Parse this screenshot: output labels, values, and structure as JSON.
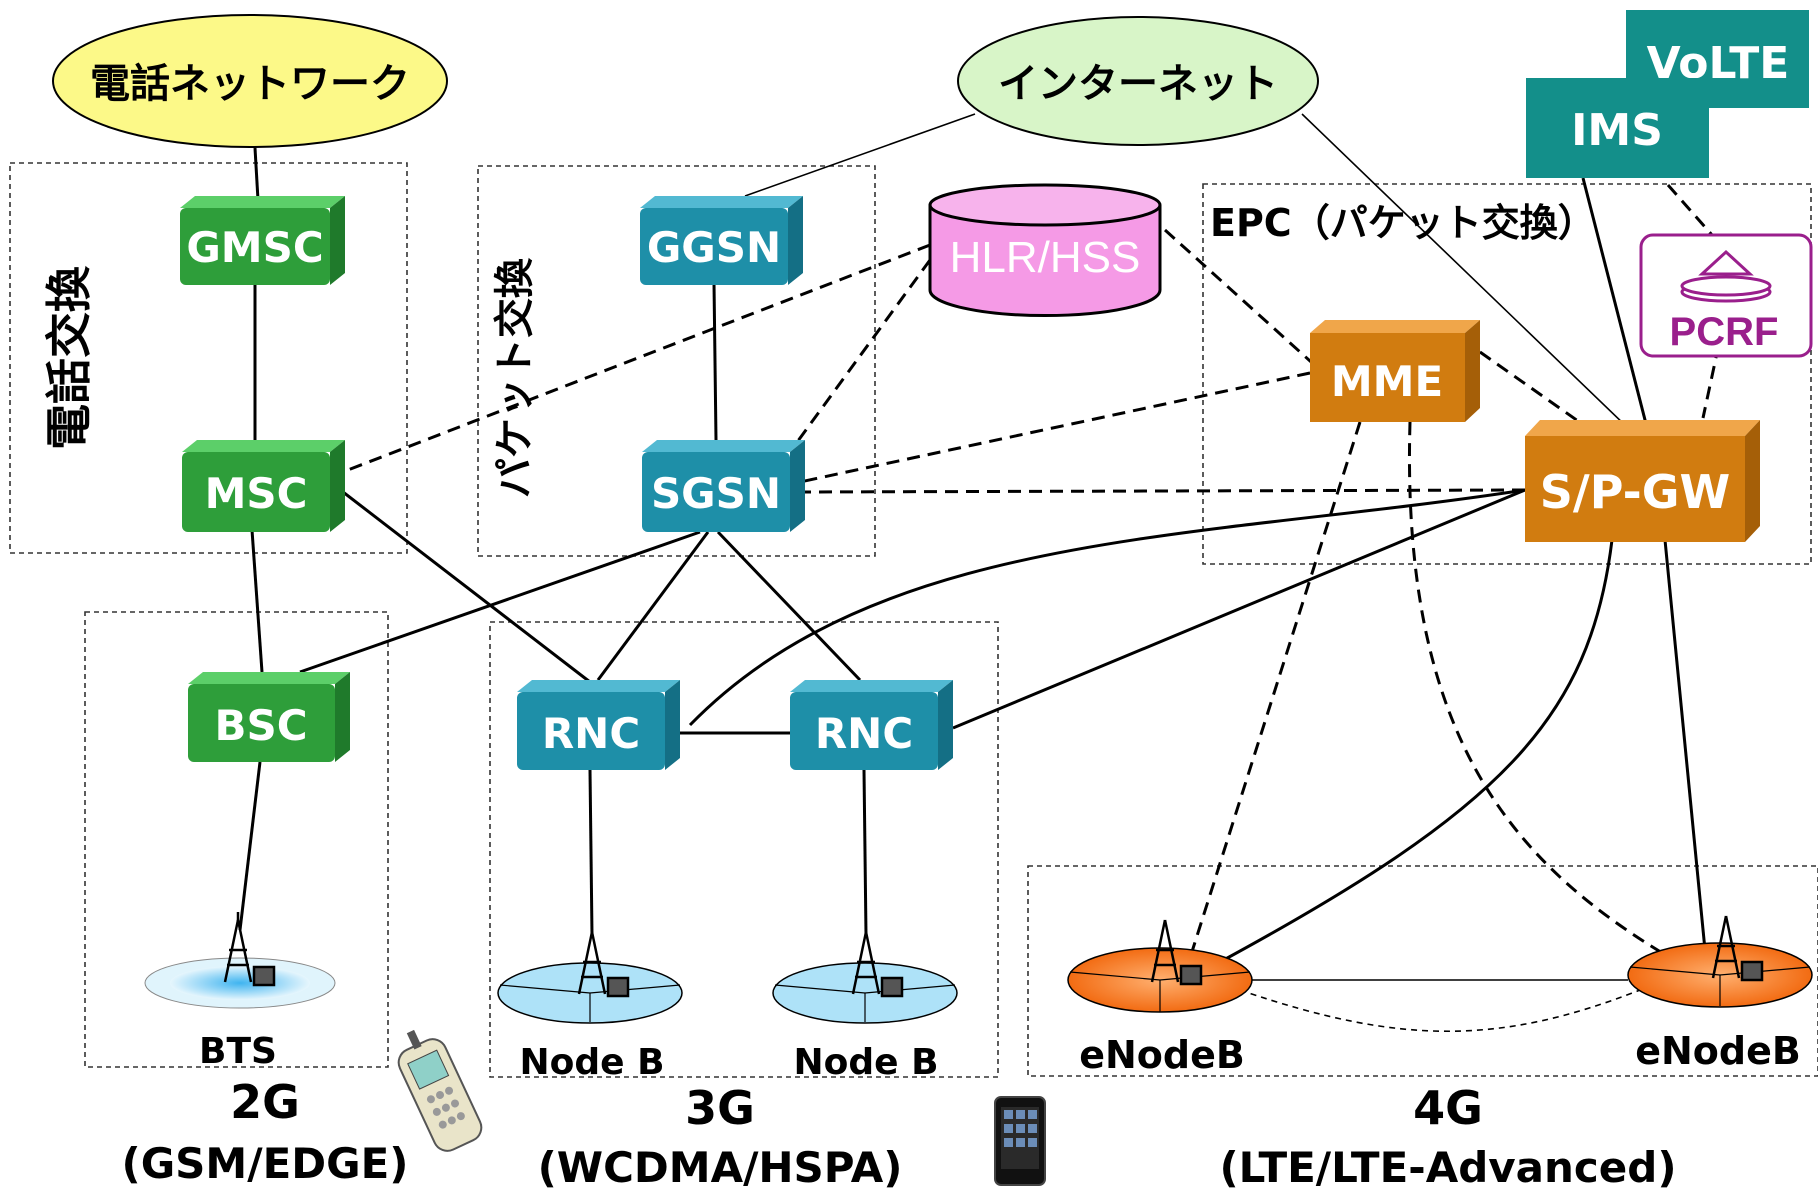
{
  "clouds": {
    "phone_network": "電話ネットワーク",
    "internet": "インターネット"
  },
  "regions": {
    "circuit_switch": "電話交換",
    "packet_switch": "パケット交換",
    "epc": "EPC（パケット交換）"
  },
  "nodes": {
    "gmsc": "GMSC",
    "msc": "MSC",
    "bsc": "BSC",
    "ggsn": "GGSN",
    "sgsn": "SGSN",
    "rnc_1": "RNC",
    "rnc_2": "RNC",
    "hlr_hss": "HLR/HSS",
    "mme": "MME",
    "spgw": "S/P-GW",
    "pcrf": "PCRF",
    "ims": "IMS",
    "volte": "VoLTE"
  },
  "stations": {
    "bts": "BTS",
    "nodeb_1": "Node B",
    "nodeb_2": "Node B",
    "enodeb_1": "eNodeB",
    "enodeb_2": "eNodeB"
  },
  "generations": {
    "g2": {
      "name": "2G",
      "tech": "(GSM/EDGE)"
    },
    "g3": {
      "name": "3G",
      "tech": "(WCDMA/HSPA)"
    },
    "g4": {
      "name": "4G",
      "tech": "(LTE/LTE-Advanced)"
    }
  },
  "colors": {
    "circuit_node": "#2e9e3a",
    "packet_node": "#1e8fa8",
    "epc_node": "#d17c10",
    "ims_teal": "#138f8a",
    "hlr_fill": "#f59ae6",
    "pcrf": "#9a1f8c",
    "phone_cloud": "#fcf988",
    "internet_cloud": "#d8f5c8",
    "enodeb_coverage": "#f57a22",
    "nodeb_coverage": "#8fd6f5"
  },
  "icons": {
    "tower": "antenna-tower-icon",
    "feature_phone": "feature-phone-icon",
    "smartphone": "smartphone-icon"
  }
}
